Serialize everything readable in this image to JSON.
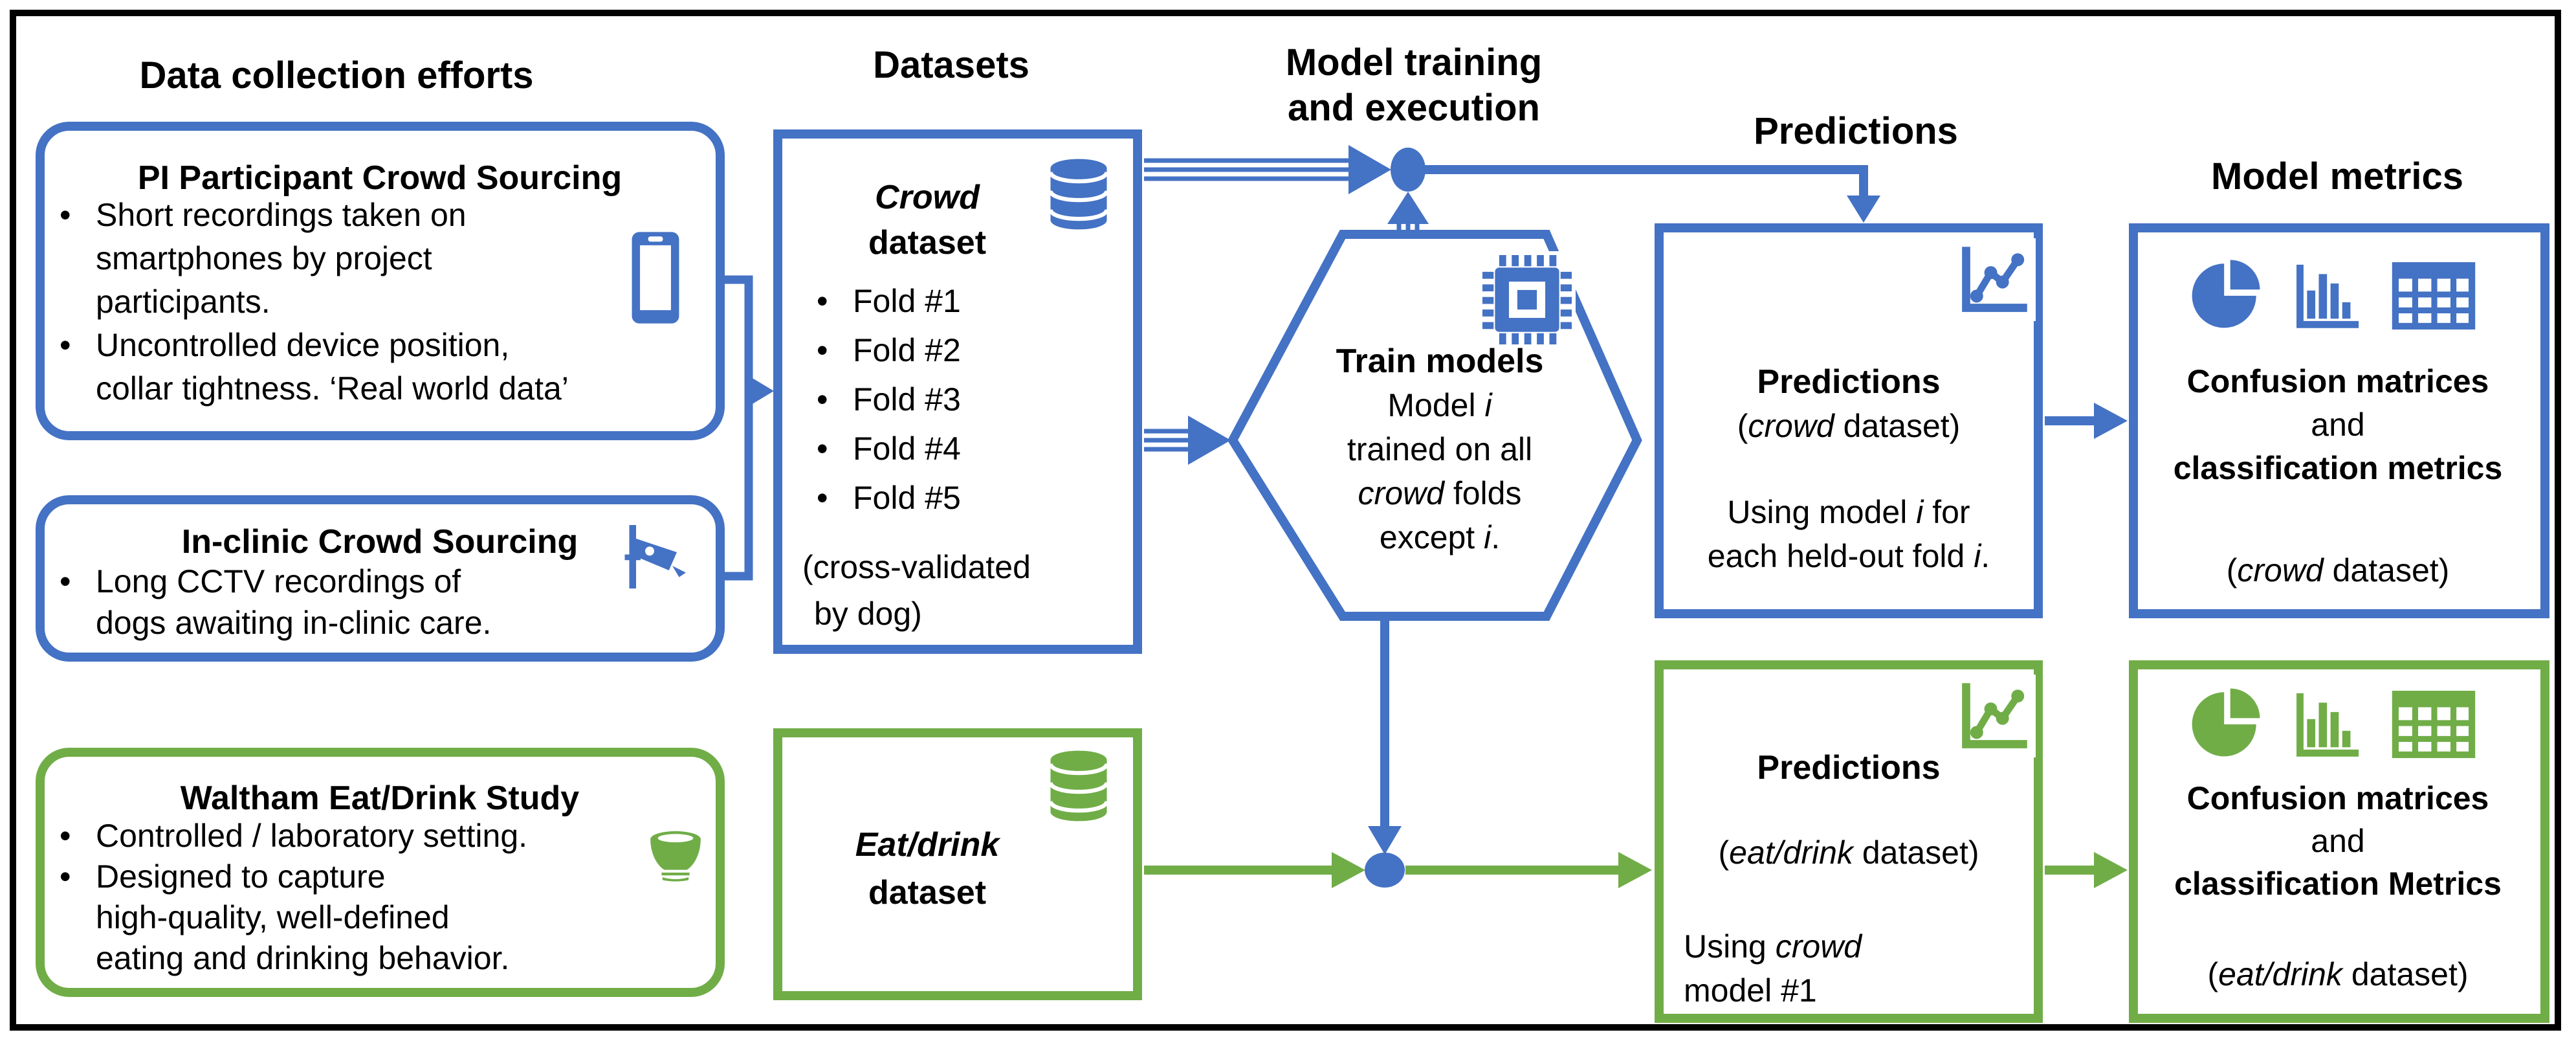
{
  "colors": {
    "blue": "#4472C4",
    "green": "#70AD47",
    "ink": "#000000"
  },
  "glyphs": {
    "bullet": "•"
  },
  "headers": {
    "data_collection": "Data collection efforts",
    "datasets": "Datasets",
    "model_training_line1": "Model training",
    "model_training_line2": "and execution",
    "predictions": "Predictions",
    "model_metrics": "Model metrics"
  },
  "boxes": {
    "pi": {
      "title": "PI Participant Crowd Sourcing",
      "b1": [
        "Short recordings taken on",
        "smartphones by project",
        "participants."
      ],
      "b2": [
        "Uncontrolled device position,",
        "collar tightness. ‘Real world data’"
      ]
    },
    "clinic": {
      "title": "In-clinic Crowd Sourcing",
      "b1": [
        "Long CCTV recordings of",
        "dogs awaiting in-clinic care."
      ]
    },
    "waltham": {
      "title": "Waltham Eat/Drink Study",
      "b1": [
        "Controlled / laboratory setting."
      ],
      "b2": [
        "Designed to capture",
        "high-quality, well-defined",
        "eating and  drinking behavior."
      ]
    },
    "crowd_ds": {
      "title_italic": "Crowd",
      "title_rest": "dataset",
      "folds": [
        "Fold #1",
        "Fold #2",
        "Fold #3",
        "Fold #4",
        "Fold #5"
      ],
      "note_line1": "(cross-validated",
      "note_line2": "by dog)"
    },
    "eat_ds": {
      "title_italic": "Eat/drink",
      "title_rest": "dataset"
    },
    "hex": {
      "title": "Train models",
      "l1a": "Model ",
      "l1b": "i",
      "l2": "trained on all",
      "l3a": "crowd",
      "l3b": " folds",
      "l4a": "except ",
      "l4b": "i",
      "l4c": "."
    },
    "pred_blue": {
      "title": "Predictions",
      "d1": "(",
      "d2": "crowd",
      "d3": " dataset)",
      "u1a": "Using model ",
      "u1b": "i",
      "u1c": " for",
      "u2a": "each held-out fold ",
      "u2b": "i",
      "u2c": "."
    },
    "met_blue": {
      "l1": "Confusion matrices",
      "l2": "and",
      "l3": "classification metrics",
      "d1": "(",
      "d2": "crowd",
      "d3": " dataset)"
    },
    "pred_green": {
      "title": "Predictions",
      "d1": "(",
      "d2": "eat/drink",
      "d3": " dataset)",
      "u1a": "Using ",
      "u1b": "crowd",
      "u2": "model #1"
    },
    "met_green": {
      "l1": "Confusion matrices",
      "l2": "and",
      "l3": "classification Metrics",
      "d1": "(",
      "d2": "eat/drink",
      "d3": " dataset)"
    }
  },
  "icons": {
    "smartphone": "smartphone-icon",
    "cctv": "cctv-camera-icon",
    "bowl": "food-bowl-icon",
    "database": "database-icon",
    "cpu": "cpu-chip-icon",
    "line_chart": "line-chart-icon",
    "pie_chart": "pie-chart-icon",
    "bar_chart": "bar-chart-icon",
    "table": "table-grid-icon"
  }
}
